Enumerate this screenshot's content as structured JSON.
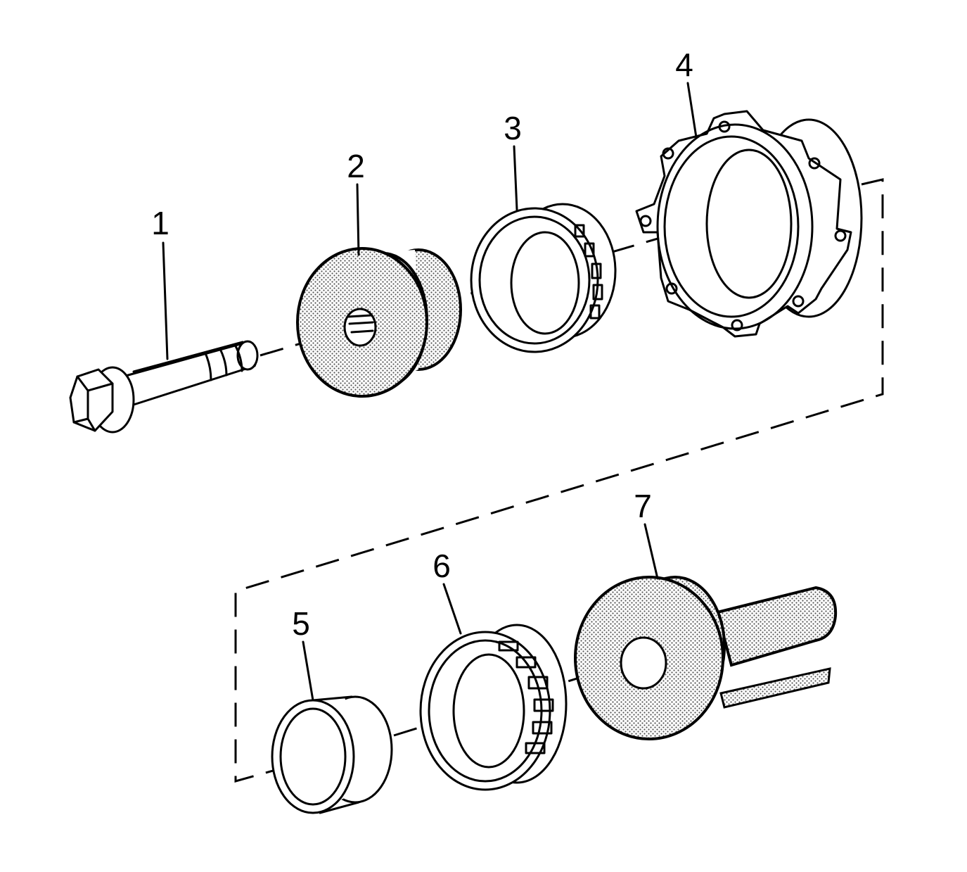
{
  "diagram": {
    "callouts": [
      {
        "id": "1",
        "label": "1"
      },
      {
        "id": "2",
        "label": "2"
      },
      {
        "id": "3",
        "label": "3"
      },
      {
        "id": "4",
        "label": "4"
      },
      {
        "id": "5",
        "label": "5"
      },
      {
        "id": "6",
        "label": "6"
      },
      {
        "id": "7",
        "label": "7"
      }
    ],
    "colors": {
      "line": "#000000",
      "background": "#ffffff",
      "shading": "#9a9a9a"
    }
  }
}
